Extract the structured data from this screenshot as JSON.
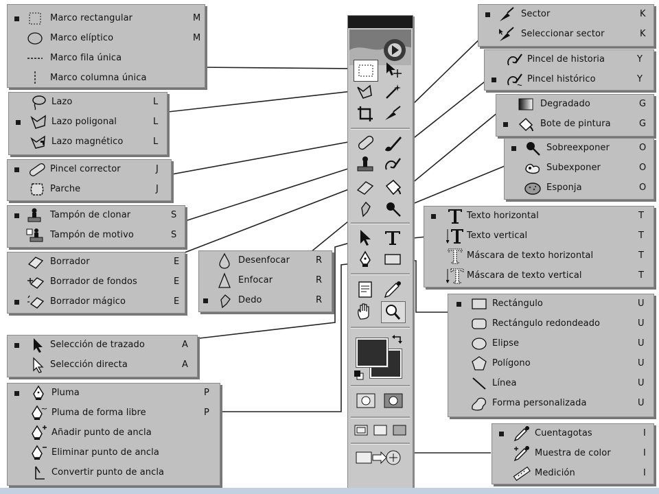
{
  "panels": {
    "marquee": [
      {
        "label": "Marco rectangular",
        "key": "M",
        "icon": "marquee-rect-icon",
        "active": true
      },
      {
        "label": "Marco elíptico",
        "key": "M",
        "icon": "marquee-ellipse-icon",
        "active": false
      },
      {
        "label": "Marco fila única",
        "key": "",
        "icon": "marquee-row-icon",
        "active": false
      },
      {
        "label": "Marco columna única",
        "key": "",
        "icon": "marquee-column-icon",
        "active": false
      }
    ],
    "lasso": [
      {
        "label": "Lazo",
        "key": "L",
        "icon": "lasso-icon",
        "active": false
      },
      {
        "label": "Lazo poligonal",
        "key": "L",
        "icon": "polygonal-lasso-icon",
        "active": true
      },
      {
        "label": "Lazo magnético",
        "key": "L",
        "icon": "magnetic-lasso-icon",
        "active": false
      }
    ],
    "healing": [
      {
        "label": "Pincel corrector",
        "key": "J",
        "icon": "healing-brush-icon",
        "active": true
      },
      {
        "label": "Parche",
        "key": "J",
        "icon": "patch-icon",
        "active": false
      }
    ],
    "stamp": [
      {
        "label": "Tampón de clonar",
        "key": "S",
        "icon": "clone-stamp-icon",
        "active": true
      },
      {
        "label": "Tampón de motivo",
        "key": "S",
        "icon": "pattern-stamp-icon",
        "active": false
      }
    ],
    "eraser": [
      {
        "label": "Borrador",
        "key": "E",
        "icon": "eraser-icon",
        "active": false
      },
      {
        "label": "Borrador de fondos",
        "key": "E",
        "icon": "background-eraser-icon",
        "active": false
      },
      {
        "label": "Borrador mágico",
        "key": "E",
        "icon": "magic-eraser-icon",
        "active": true
      }
    ],
    "blur": [
      {
        "label": "Desenfocar",
        "key": "R",
        "icon": "blur-icon",
        "active": false
      },
      {
        "label": "Enfocar",
        "key": "R",
        "icon": "sharpen-icon",
        "active": false
      },
      {
        "label": "Dedo",
        "key": "R",
        "icon": "smudge-icon",
        "active": true
      }
    ],
    "path": [
      {
        "label": "Selección de trazado",
        "key": "A",
        "icon": "path-selection-icon",
        "active": true
      },
      {
        "label": "Selección directa",
        "key": "A",
        "icon": "direct-selection-icon",
        "active": false
      }
    ],
    "pen": [
      {
        "label": "Pluma",
        "key": "P",
        "icon": "pen-icon",
        "active": true
      },
      {
        "label": "Pluma de forma libre",
        "key": "P",
        "icon": "freeform-pen-icon",
        "active": false
      },
      {
        "label": "Añadir punto de ancla",
        "key": "",
        "icon": "add-anchor-icon",
        "active": false
      },
      {
        "label": "Eliminar punto de ancla",
        "key": "",
        "icon": "delete-anchor-icon",
        "active": false
      },
      {
        "label": "Convertir punto de ancla",
        "key": "",
        "icon": "convert-anchor-icon",
        "active": false
      }
    ],
    "slice": [
      {
        "label": "Sector",
        "key": "K",
        "icon": "slice-icon",
        "active": true
      },
      {
        "label": "Seleccionar sector",
        "key": "K",
        "icon": "slice-select-icon",
        "active": false
      }
    ],
    "history": [
      {
        "label": "Pincel de historia",
        "key": "Y",
        "icon": "history-brush-icon",
        "active": false
      },
      {
        "label": "Pincel histórico",
        "key": "Y",
        "icon": "art-history-brush-icon",
        "active": true
      }
    ],
    "fill": [
      {
        "label": "Degradado",
        "key": "G",
        "icon": "gradient-icon",
        "active": false
      },
      {
        "label": "Bote de pintura",
        "key": "G",
        "icon": "paint-bucket-icon",
        "active": true
      }
    ],
    "dodge": [
      {
        "label": "Sobreexponer",
        "key": "O",
        "icon": "dodge-icon",
        "active": true
      },
      {
        "label": "Subexponer",
        "key": "O",
        "icon": "burn-icon",
        "active": false
      },
      {
        "label": "Esponja",
        "key": "O",
        "icon": "sponge-icon",
        "active": false
      }
    ],
    "type": [
      {
        "label": "Texto horizontal",
        "key": "T",
        "icon": "horizontal-type-icon",
        "active": true
      },
      {
        "label": "Texto vertical",
        "key": "T",
        "icon": "vertical-type-icon",
        "active": false
      },
      {
        "label": "Máscara de texto horizontal",
        "key": "T",
        "icon": "horizontal-type-mask-icon",
        "active": false
      },
      {
        "label": "Máscara de texto vertical",
        "key": "T",
        "icon": "vertical-type-mask-icon",
        "active": false
      }
    ],
    "shape": [
      {
        "label": "Rectángulo",
        "key": "U",
        "icon": "rectangle-icon",
        "active": true
      },
      {
        "label": "Rectángulo redondeado",
        "key": "U",
        "icon": "rounded-rectangle-icon",
        "active": false
      },
      {
        "label": "Elipse",
        "key": "U",
        "icon": "ellipse-icon",
        "active": false
      },
      {
        "label": "Polígono",
        "key": "U",
        "icon": "polygon-icon",
        "active": false
      },
      {
        "label": "Línea",
        "key": "U",
        "icon": "line-icon",
        "active": false
      },
      {
        "label": "Forma personalizada",
        "key": "U",
        "icon": "custom-shape-icon",
        "active": false
      }
    ],
    "eyedropper": [
      {
        "label": "Cuentagotas",
        "key": "I",
        "icon": "eyedropper-icon",
        "active": true
      },
      {
        "label": "Muestra de color",
        "key": "I",
        "icon": "color-sampler-icon",
        "active": false
      },
      {
        "label": "Medición",
        "key": "I",
        "icon": "measure-icon",
        "active": false
      }
    ]
  },
  "colors": {
    "panel": "#c0c0c0",
    "line": "#222222",
    "swatch": "#2e2e2e",
    "band": "#c3d0e1"
  }
}
